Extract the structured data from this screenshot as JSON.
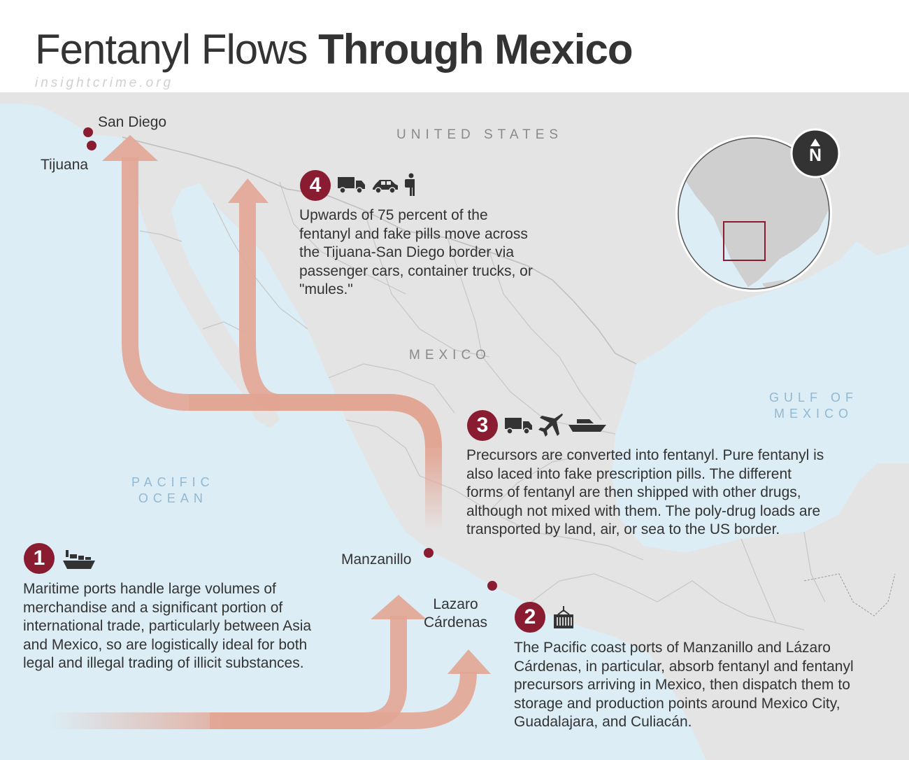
{
  "title": {
    "light": "Fentanyl Flows",
    "bold": "Through Mexico"
  },
  "source": "insightcrime.org",
  "labels": {
    "usa": "UNITED STATES",
    "mexico": "MEXICO",
    "pacific": "PACIFIC\nOCEAN",
    "gulf": "GULF OF\nMEXICO"
  },
  "cities": {
    "san_diego": "San Diego",
    "tijuana": "Tijuana",
    "manzanillo": "Manzanillo",
    "lazaro": "Lazaro\nCárdenas"
  },
  "steps": [
    {
      "number": "1",
      "icons": [
        "cargo-ship-icon"
      ],
      "text": "Maritime ports handle large volumes of merchandise and a significant portion of international trade, particularly between Asia and Mexico, so are logistically ideal for both legal and illegal trading of illicit substances."
    },
    {
      "number": "2",
      "icons": [
        "shipping-container-icon"
      ],
      "text": "The Pacific coast ports of Manzanillo and Lázaro Cárdenas, in particular, absorb fentanyl and fentanyl precursors arriving in Mexico, then dispatch them to storage and production points around Mexico City, Guadalajara, and Culiacán."
    },
    {
      "number": "3",
      "icons": [
        "truck-icon",
        "airplane-icon",
        "boat-icon"
      ],
      "text": "Precursors are converted into fentanyl. Pure fentanyl is also laced into fake prescription pills. The different forms of fentanyl are then shipped with other drugs, although not mixed with them. The poly-drug loads are transported by land, air, or sea to the US border."
    },
    {
      "number": "4",
      "icons": [
        "truck-icon",
        "car-icon",
        "backpack-person-icon"
      ],
      "text": "Upwards of 75 percent of the fentanyl and fake pills move across the Tijuana-San Diego border via passenger cars, container trucks, or \"mules.\""
    }
  ],
  "compass": "N",
  "colors": {
    "water": "#dcedf5",
    "land": "#e4e4e4",
    "border": "#c2c2c2",
    "accent": "#8a1c31",
    "arrow": "#e2a594"
  }
}
